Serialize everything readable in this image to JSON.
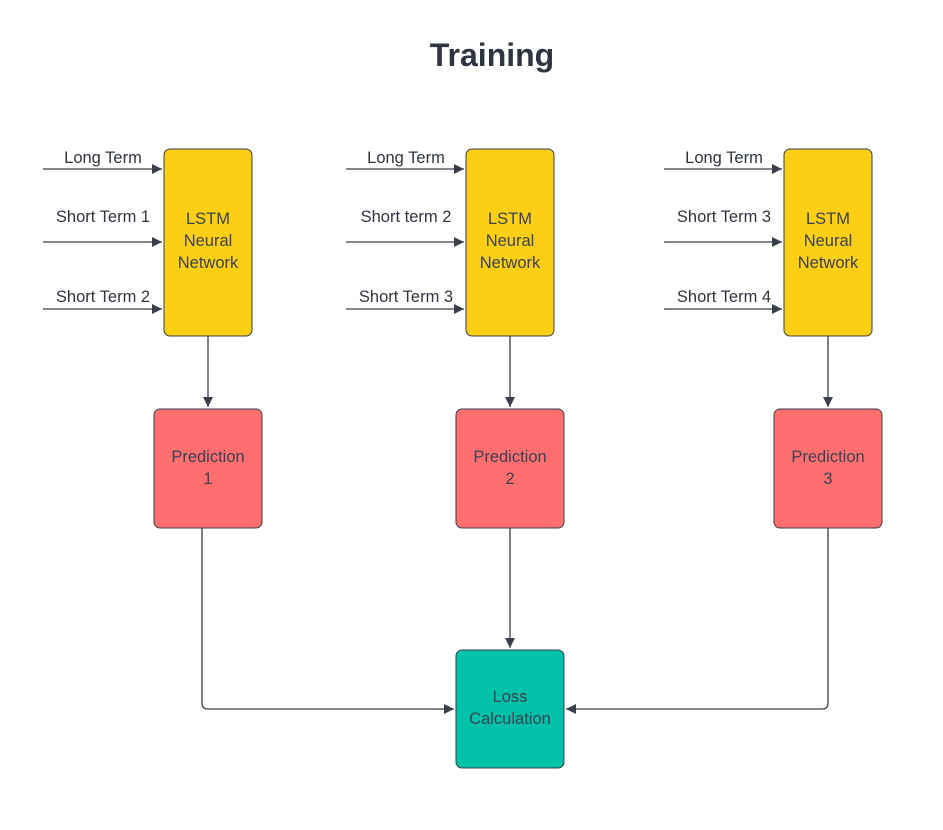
{
  "title": "Training",
  "colors": {
    "lstm": "#fcce14",
    "prediction": "#ff6f6f",
    "loss": "#00c2a8",
    "line": "#3a3f4b",
    "text": "#2e3440"
  },
  "columns": [
    {
      "inputs": [
        "Long Term",
        "Short Term 1",
        "Short Term 2"
      ],
      "lstm_lines": [
        "LSTM",
        "Neural",
        "Network"
      ],
      "prediction_lines": [
        "Prediction",
        "1"
      ]
    },
    {
      "inputs": [
        "Long Term",
        "Short term 2",
        "Short Term 3"
      ],
      "lstm_lines": [
        "LSTM",
        "Neural",
        "Network"
      ],
      "prediction_lines": [
        "Prediction",
        "2"
      ]
    },
    {
      "inputs": [
        "Long Term",
        "Short Term 3",
        "Short Term 4"
      ],
      "lstm_lines": [
        "LSTM",
        "Neural",
        "Network"
      ],
      "prediction_lines": [
        "Prediction",
        "3"
      ]
    }
  ],
  "loss_lines": [
    "Loss",
    "Calculation"
  ]
}
